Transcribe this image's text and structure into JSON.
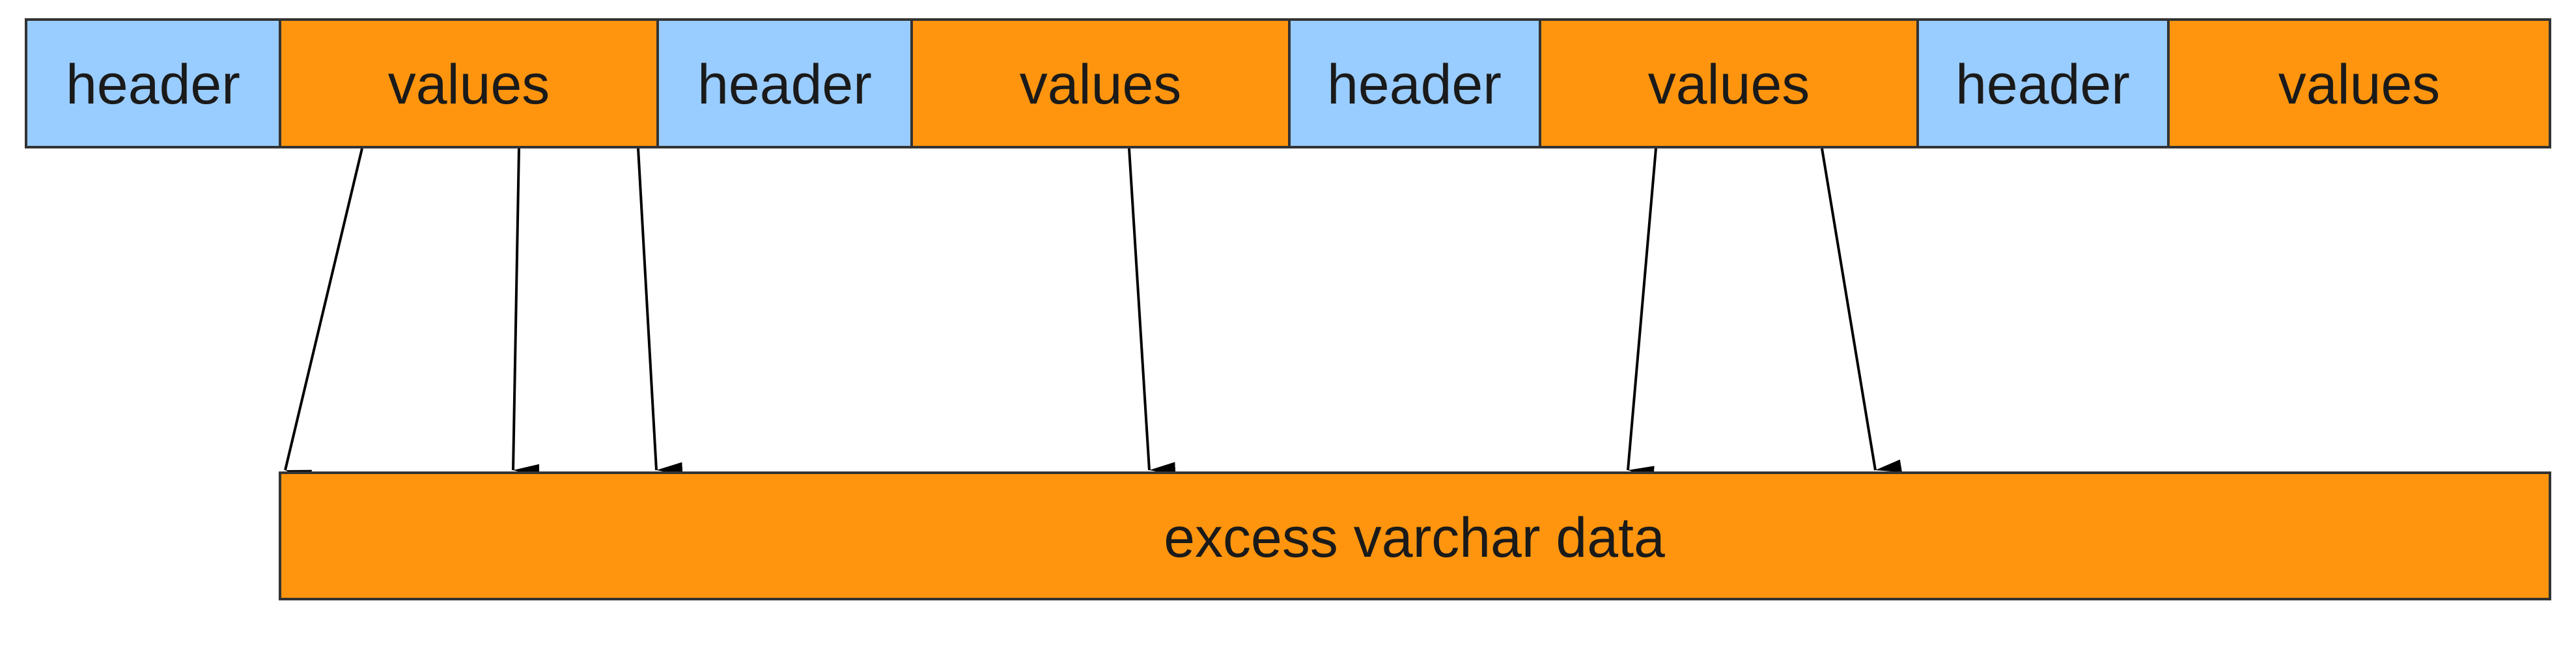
{
  "colors": {
    "header_fill": "#99ccff",
    "values_fill": "#ff950e",
    "stroke": "#333333",
    "arrow": "#000000"
  },
  "row": {
    "cells": [
      {
        "kind": "header",
        "label": "header"
      },
      {
        "kind": "values",
        "label": "values"
      },
      {
        "kind": "header",
        "label": "header"
      },
      {
        "kind": "values",
        "label": "values"
      },
      {
        "kind": "header",
        "label": "header"
      },
      {
        "kind": "values",
        "label": "values"
      },
      {
        "kind": "header",
        "label": "header"
      },
      {
        "kind": "values",
        "label": "values"
      }
    ]
  },
  "excess": {
    "label": "excess varchar data"
  }
}
